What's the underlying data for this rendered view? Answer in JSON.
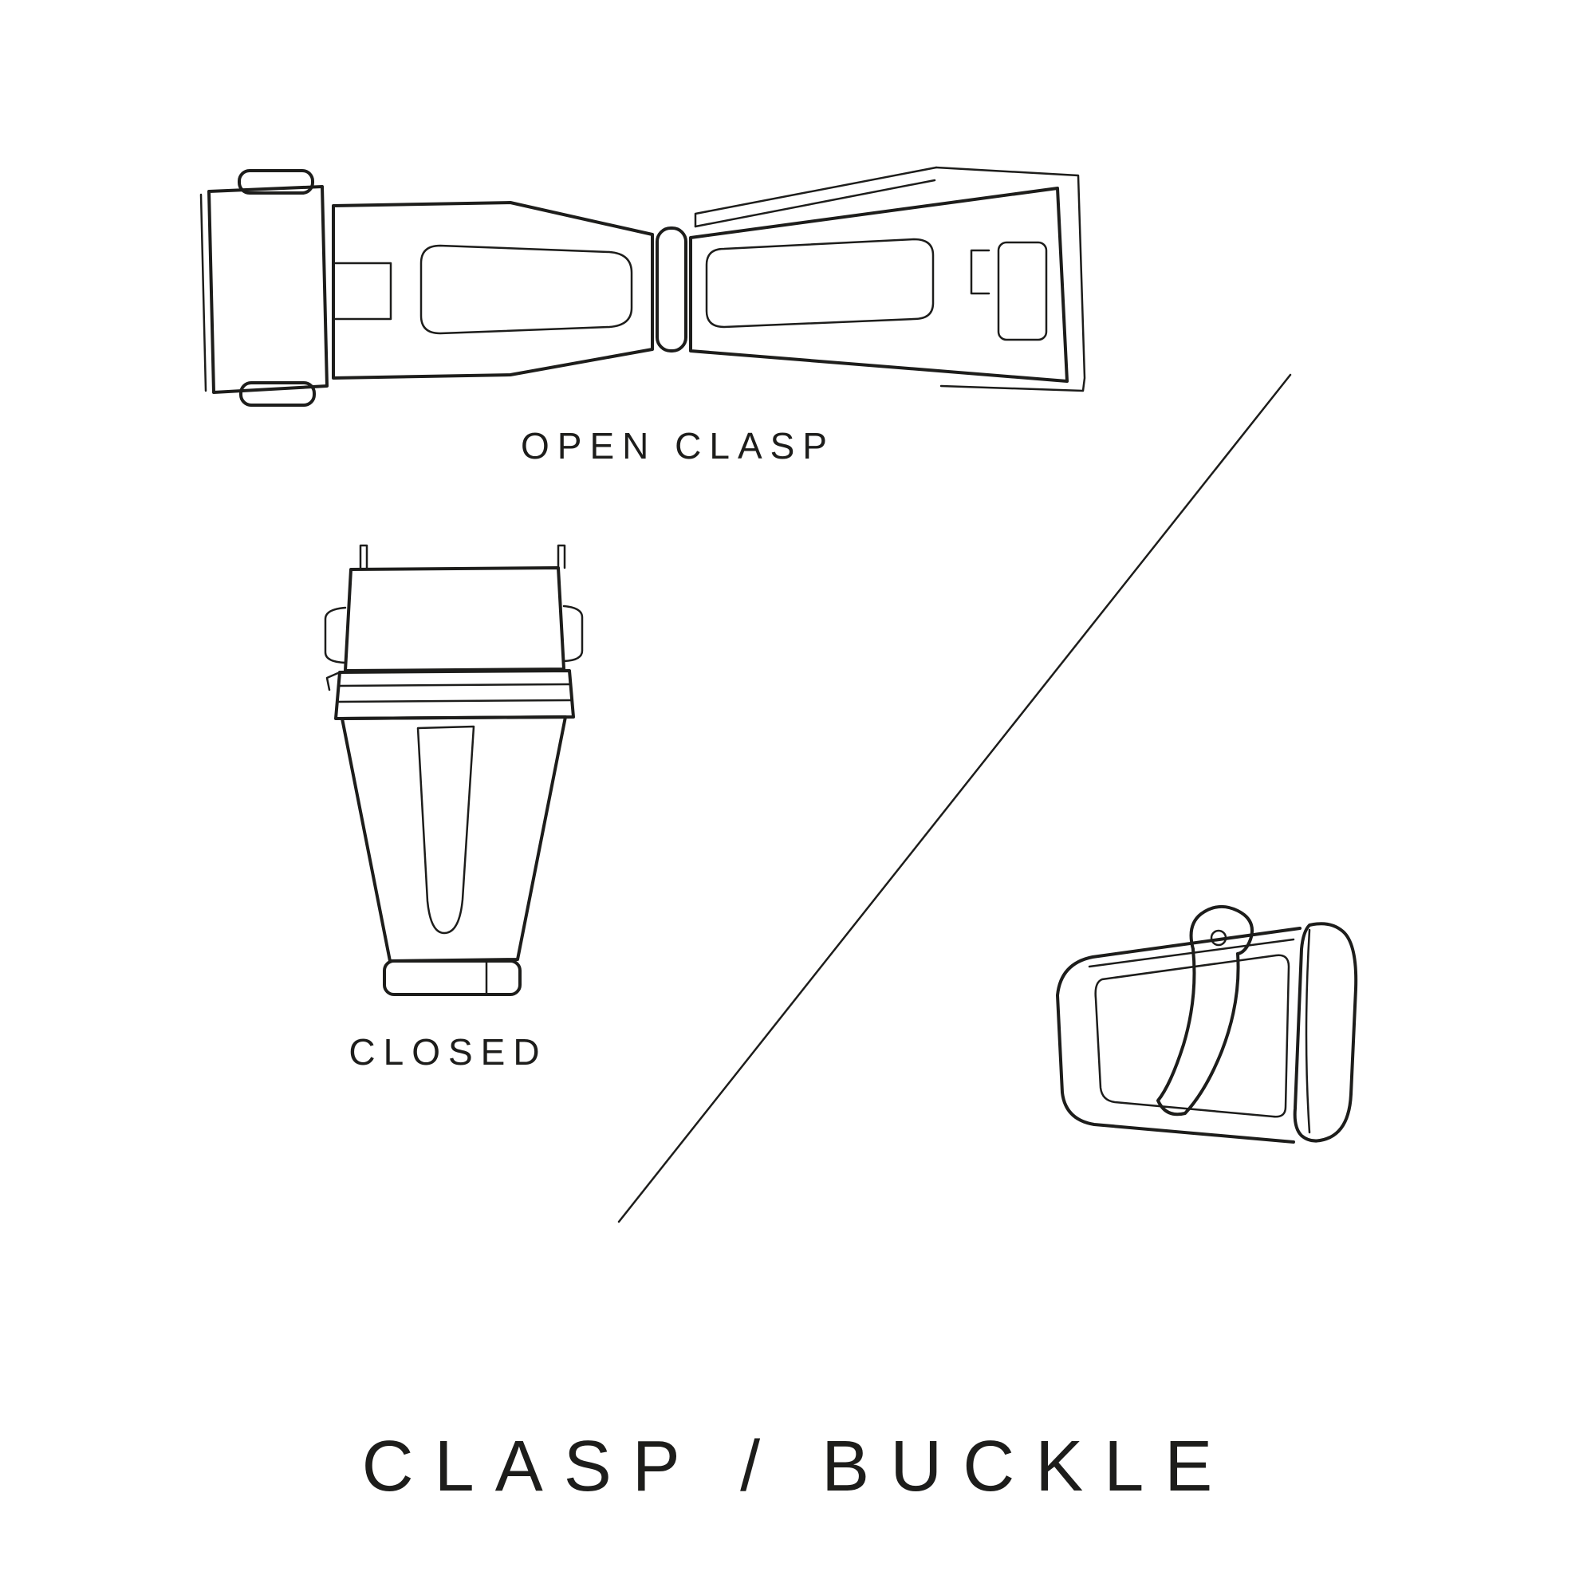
{
  "page": {
    "background_color": "#ffffff",
    "line_color": "#1d1d1b"
  },
  "labels": {
    "open_clasp": "OPEN CLASP",
    "closed": "CLOSED",
    "title": "CLASP / BUCKLE"
  },
  "illustrations": [
    {
      "name": "open-clasp-illustration",
      "description": "deployant watch clasp shown open, top view"
    },
    {
      "name": "closed-clasp-illustration",
      "description": "deployant watch clasp shown closed, top view"
    },
    {
      "name": "buckle-illustration",
      "description": "tang buckle with pin"
    },
    {
      "name": "diagonal-divider",
      "description": "diagonal separator line between clasp and buckle"
    }
  ]
}
